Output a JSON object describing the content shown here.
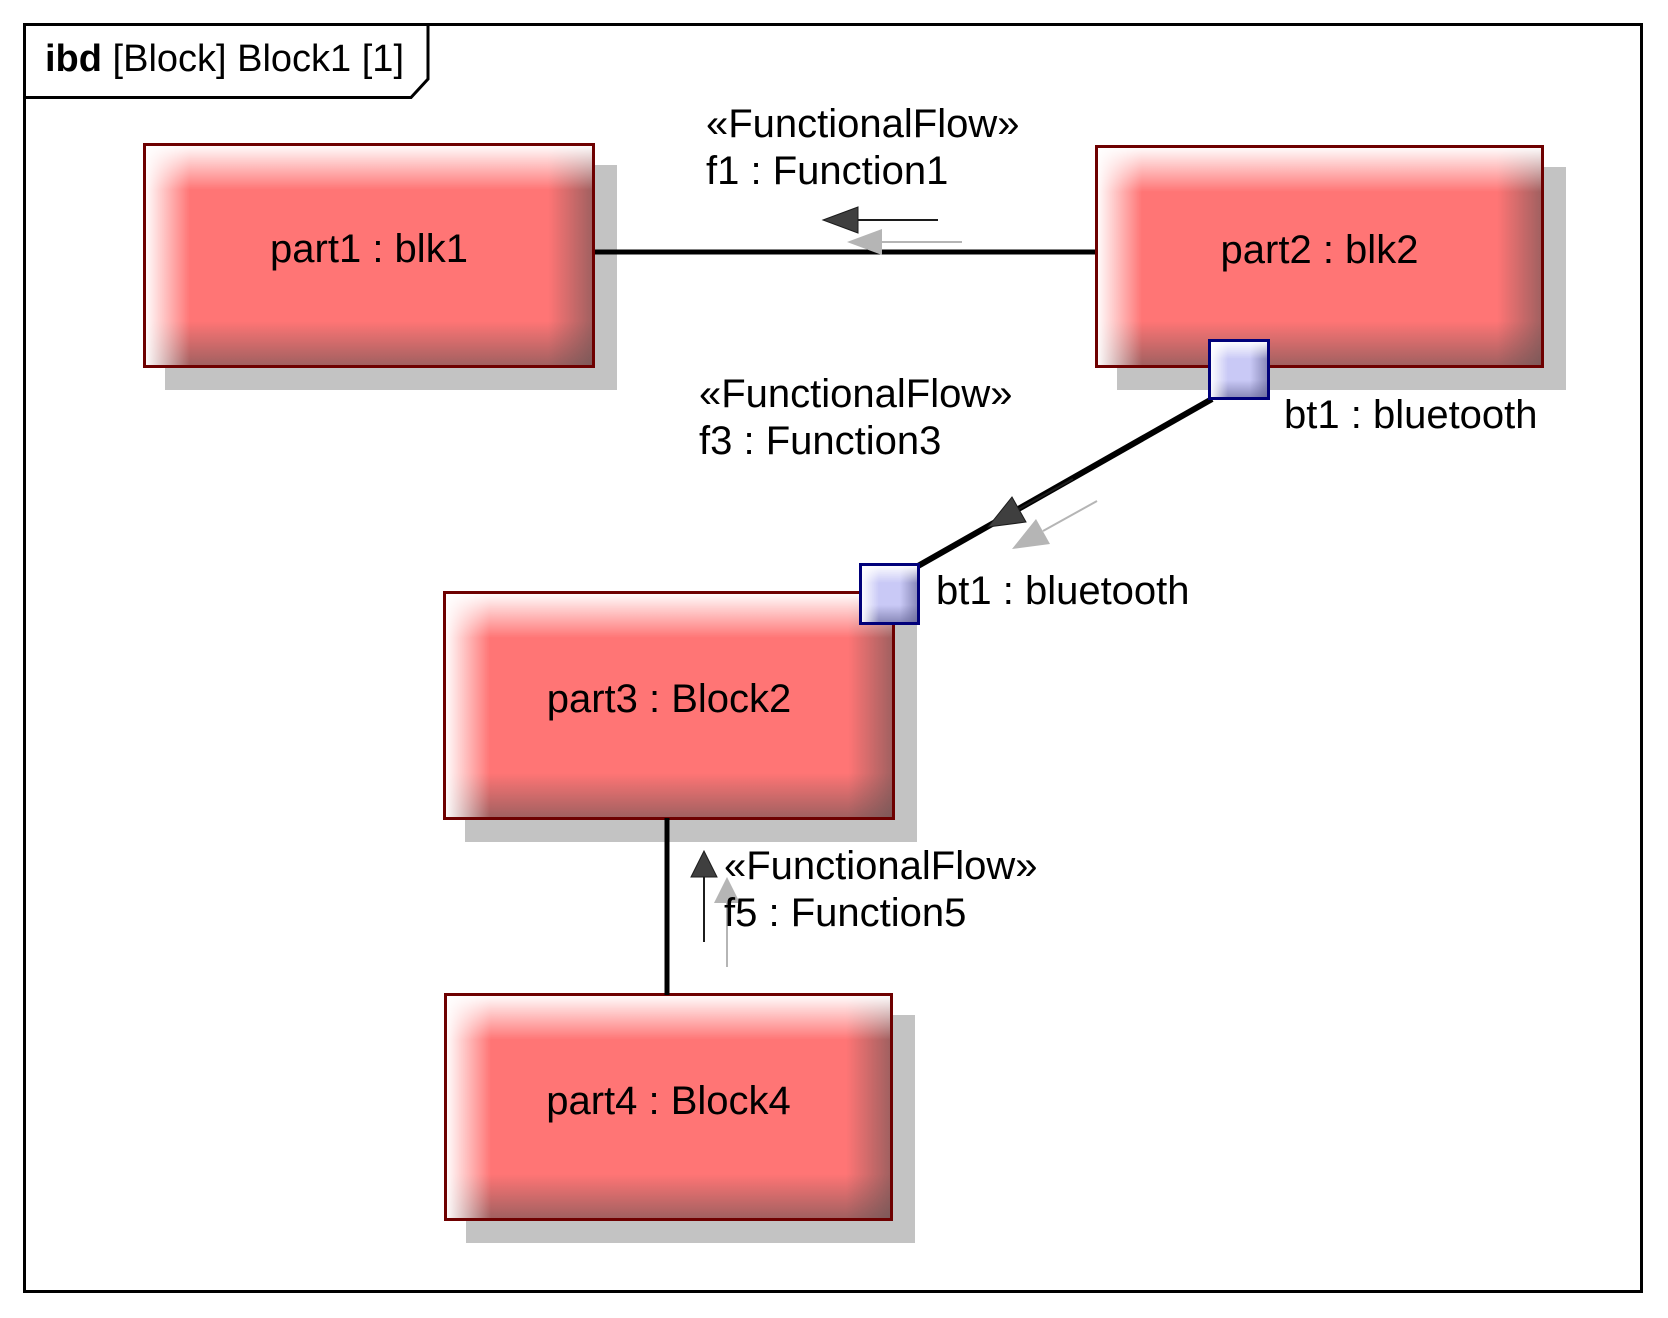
{
  "diagram": {
    "frame_keyword": "ibd",
    "frame_title_rest": " [Block] Block1 [1]"
  },
  "blocks": [
    {
      "label": "part1 : blk1"
    },
    {
      "label": "part2 : blk2"
    },
    {
      "label": "part3 : Block2"
    },
    {
      "label": "part4 : Block4"
    }
  ],
  "ports": [
    {
      "label": "bt1 : bluetooth"
    },
    {
      "label": "bt1 : bluetooth"
    }
  ],
  "connectors": [
    {
      "stereotype": "«FunctionalFlow»",
      "name": "f1 : Function1",
      "flow_direction": "left"
    },
    {
      "stereotype": "«FunctionalFlow»",
      "name": "f3 : Function3",
      "flow_direction": "down-left"
    },
    {
      "stereotype": "«FunctionalFlow»",
      "name": "f5 : Function5",
      "flow_direction": "up"
    }
  ],
  "colors": {
    "block_fill": "#ff7575",
    "block_border": "#6e0000",
    "drop_shadow": "#c3c3c3",
    "port_fill": "#c9c9f6",
    "port_border": "#00007a",
    "connector_line": "#000000",
    "flow_arrow": "#3f3f3f",
    "flow_arrow_shadow": "#b5b5b5"
  }
}
